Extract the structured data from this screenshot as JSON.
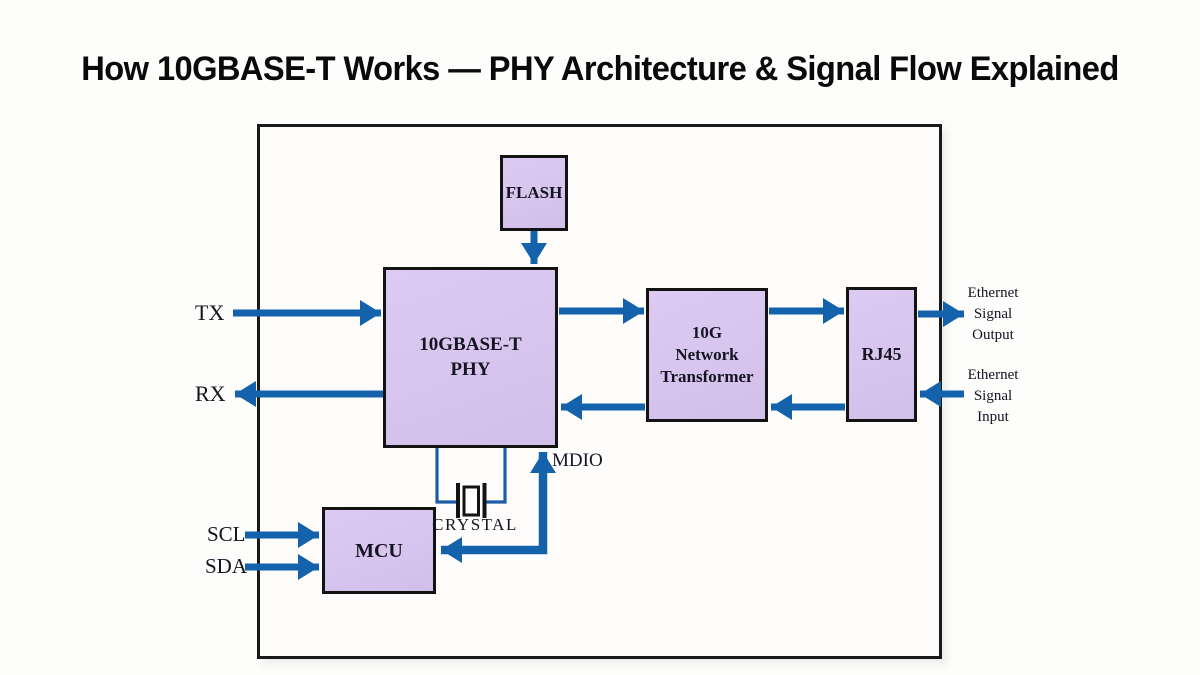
{
  "title": "How 10GBASE-T Works — PHY Architecture & Signal Flow Explained",
  "blocks": {
    "flash": {
      "label": "FLASH"
    },
    "phy": {
      "lines": [
        "10GBASE-T",
        "PHY"
      ]
    },
    "transformer": {
      "lines": [
        "10G",
        "Network",
        "Transformer"
      ]
    },
    "rj45": {
      "label": "RJ45"
    },
    "mcu": {
      "label": "MCU"
    }
  },
  "labels": {
    "tx": "TX",
    "rx": "RX",
    "scl": "SCL",
    "sda": "SDA",
    "mdio": "MDIO",
    "crystal": "CRYSTAL",
    "eth_out": [
      "Ethernet",
      "Signal",
      "Output"
    ],
    "eth_in": [
      "Ethernet",
      "Signal",
      "Input"
    ]
  },
  "colors": {
    "arrow": "#1562ac",
    "thin_line": "#1d5da6",
    "block_fill": "#d7c5ee",
    "block_border": "#131313",
    "frame_border": "#1a1a1a",
    "text": "#141422",
    "title_color": "#0a0a0a",
    "background": "#fdfdfb"
  }
}
